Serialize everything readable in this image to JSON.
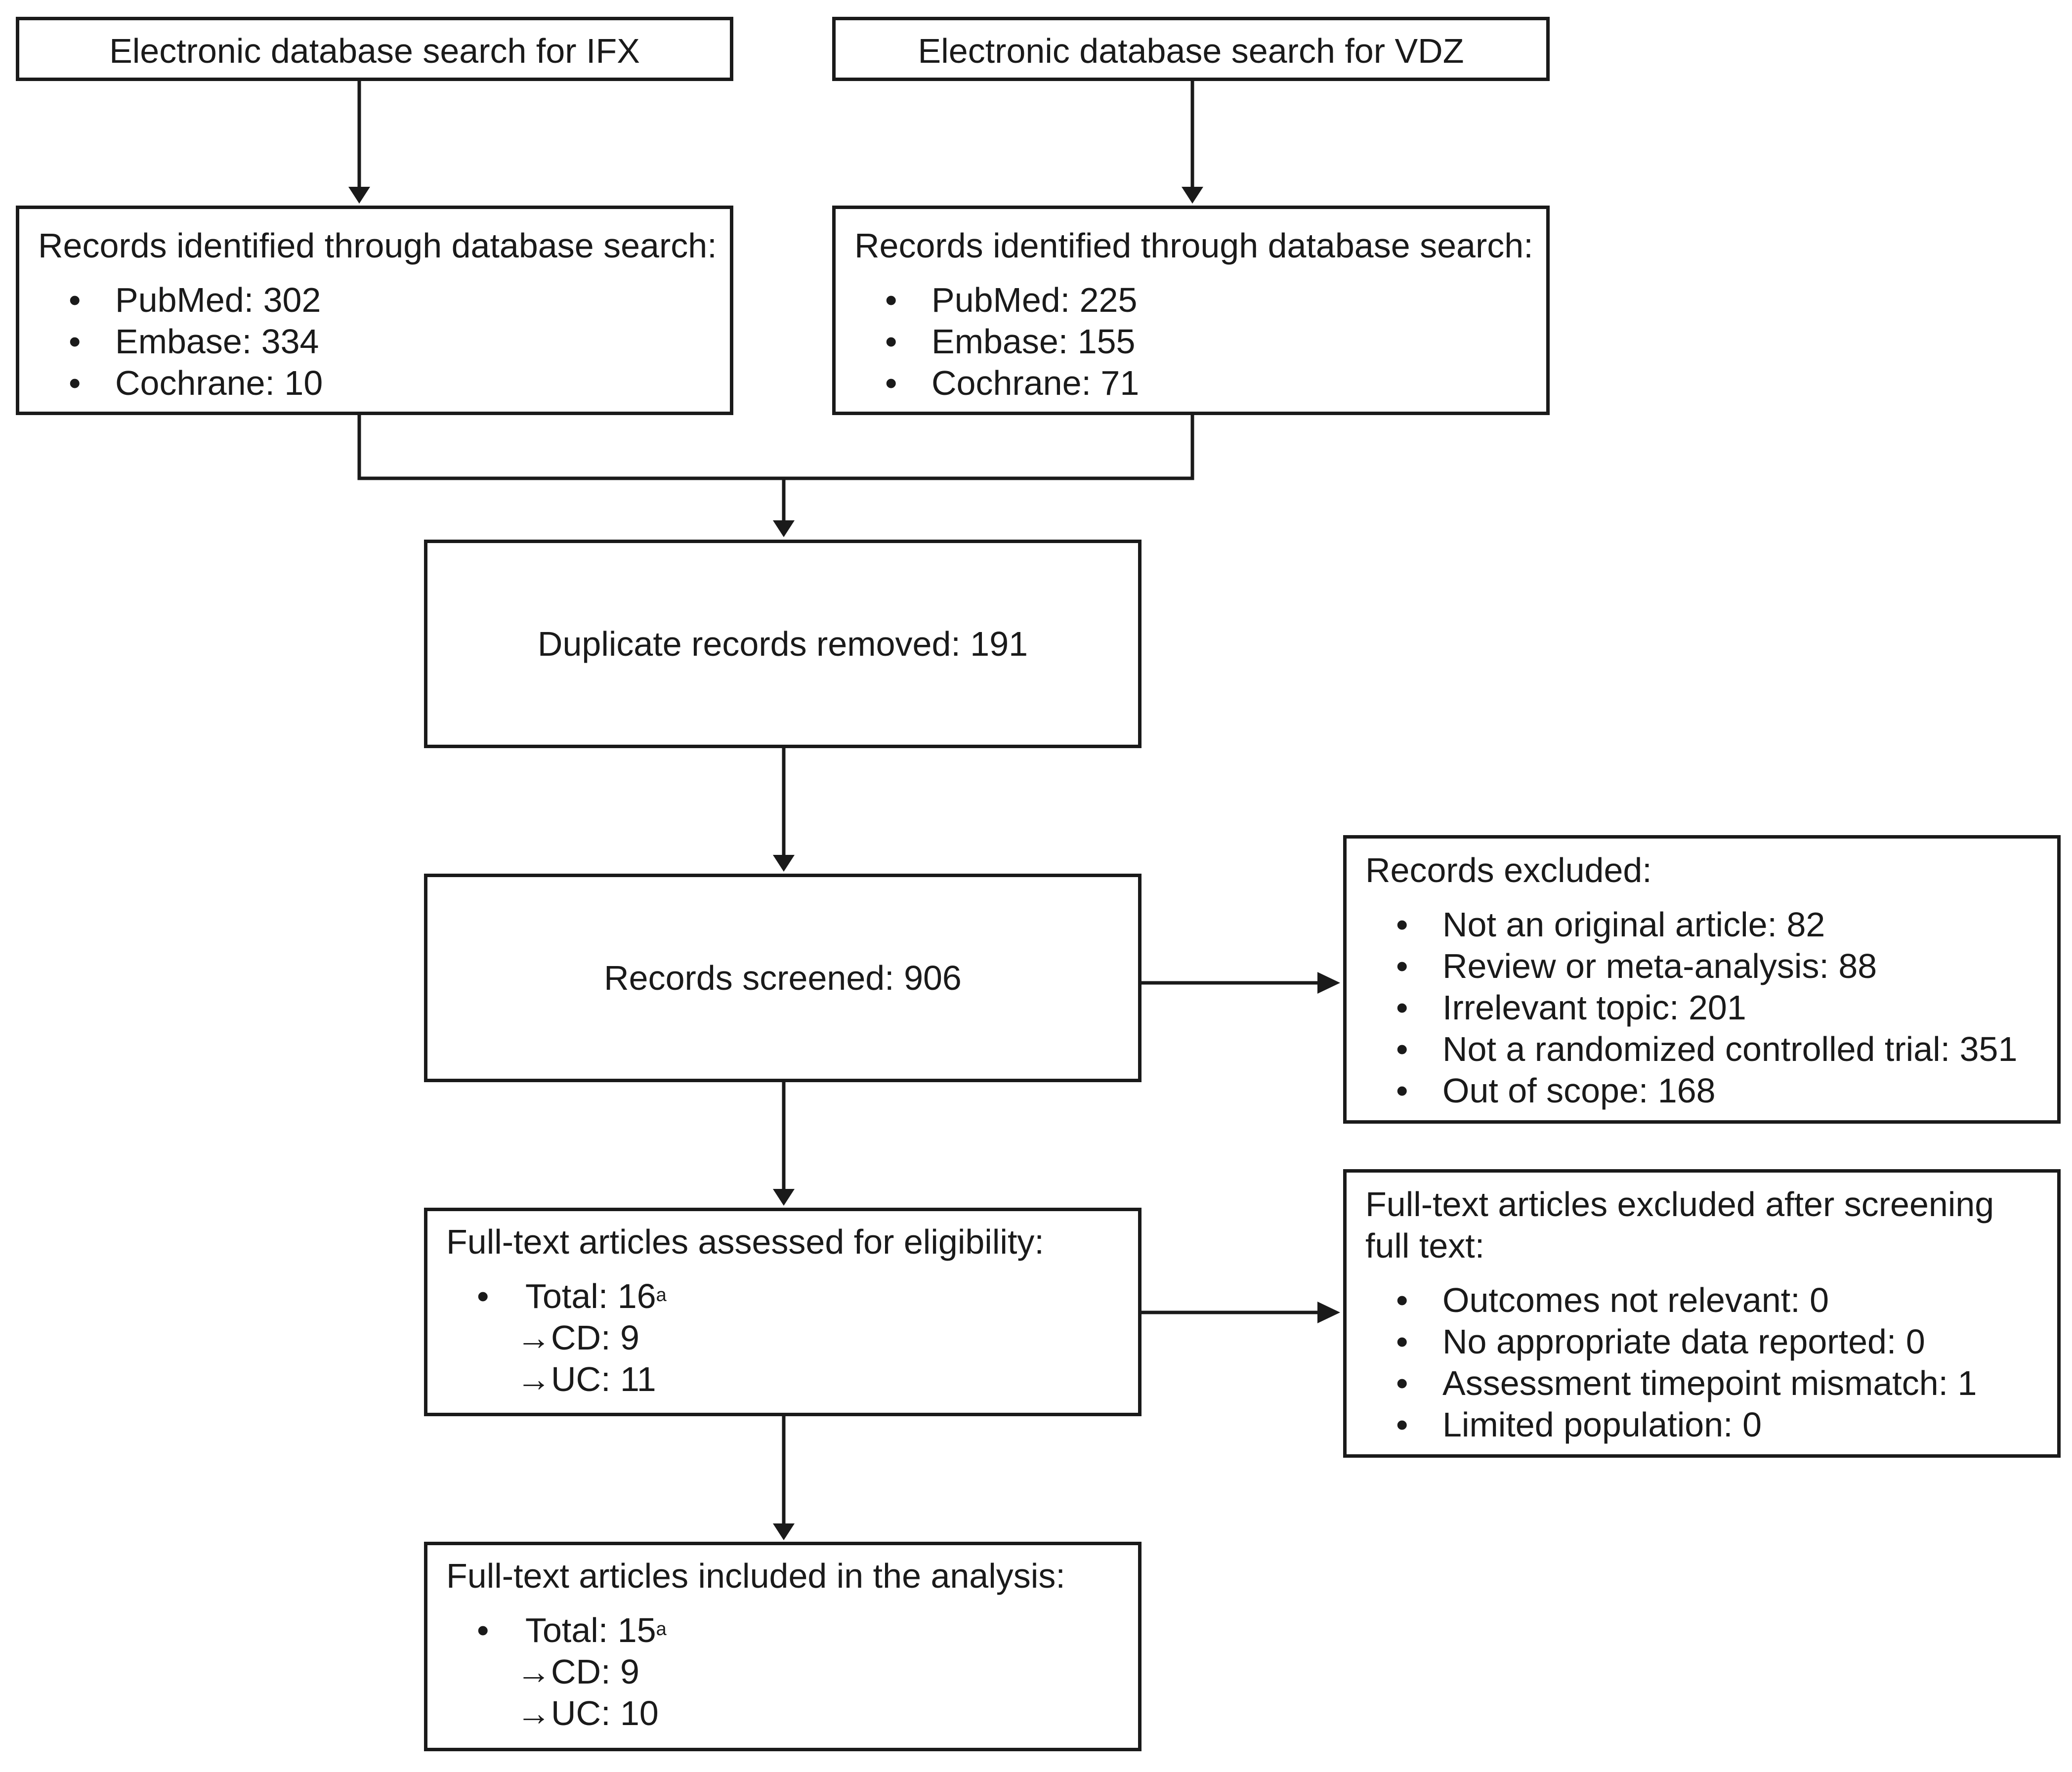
{
  "ifx_search": {
    "label": "Electronic database search for IFX"
  },
  "vdz_search": {
    "label": "Electronic database search for VDZ"
  },
  "ifx_records": {
    "heading": "Records identified through database search:",
    "items": [
      "PubMed: 302",
      "Embase: 334",
      "Cochrane: 10"
    ]
  },
  "vdz_records": {
    "heading": "Records identified through database search:",
    "items": [
      "PubMed: 225",
      "Embase: 155",
      "Cochrane: 71"
    ]
  },
  "duplicates": {
    "label": "Duplicate records removed: 191"
  },
  "screened": {
    "label": "Records screened: 906"
  },
  "excluded": {
    "heading": "Records excluded:",
    "items": [
      "Not an original article: 82",
      "Review or meta-analysis: 88",
      "Irrelevant topic: 201",
      "Not a randomized controlled trial: 351",
      "Out of scope: 168"
    ]
  },
  "assessed": {
    "heading": "Full-text articles assessed for eligibility:",
    "total": "Total: 16",
    "total_sup": "a",
    "cd": "→CD: 9",
    "uc": "→UC: 11"
  },
  "fulltext_excluded": {
    "heading_line1": "Full-text articles excluded after screening",
    "heading_line2": "full text:",
    "items": [
      "Outcomes not relevant: 0",
      "No appropriate data reported: 0",
      "Assessment timepoint mismatch: 1",
      "Limited population: 0"
    ]
  },
  "included": {
    "heading": "Full-text articles included in the analysis:",
    "total": "Total: 15",
    "total_sup": "a",
    "cd": "→CD: 9",
    "uc": "→UC: 10"
  },
  "bullet": "•",
  "colors": {
    "line": "#1a1a1a",
    "background": "#ffffff"
  }
}
